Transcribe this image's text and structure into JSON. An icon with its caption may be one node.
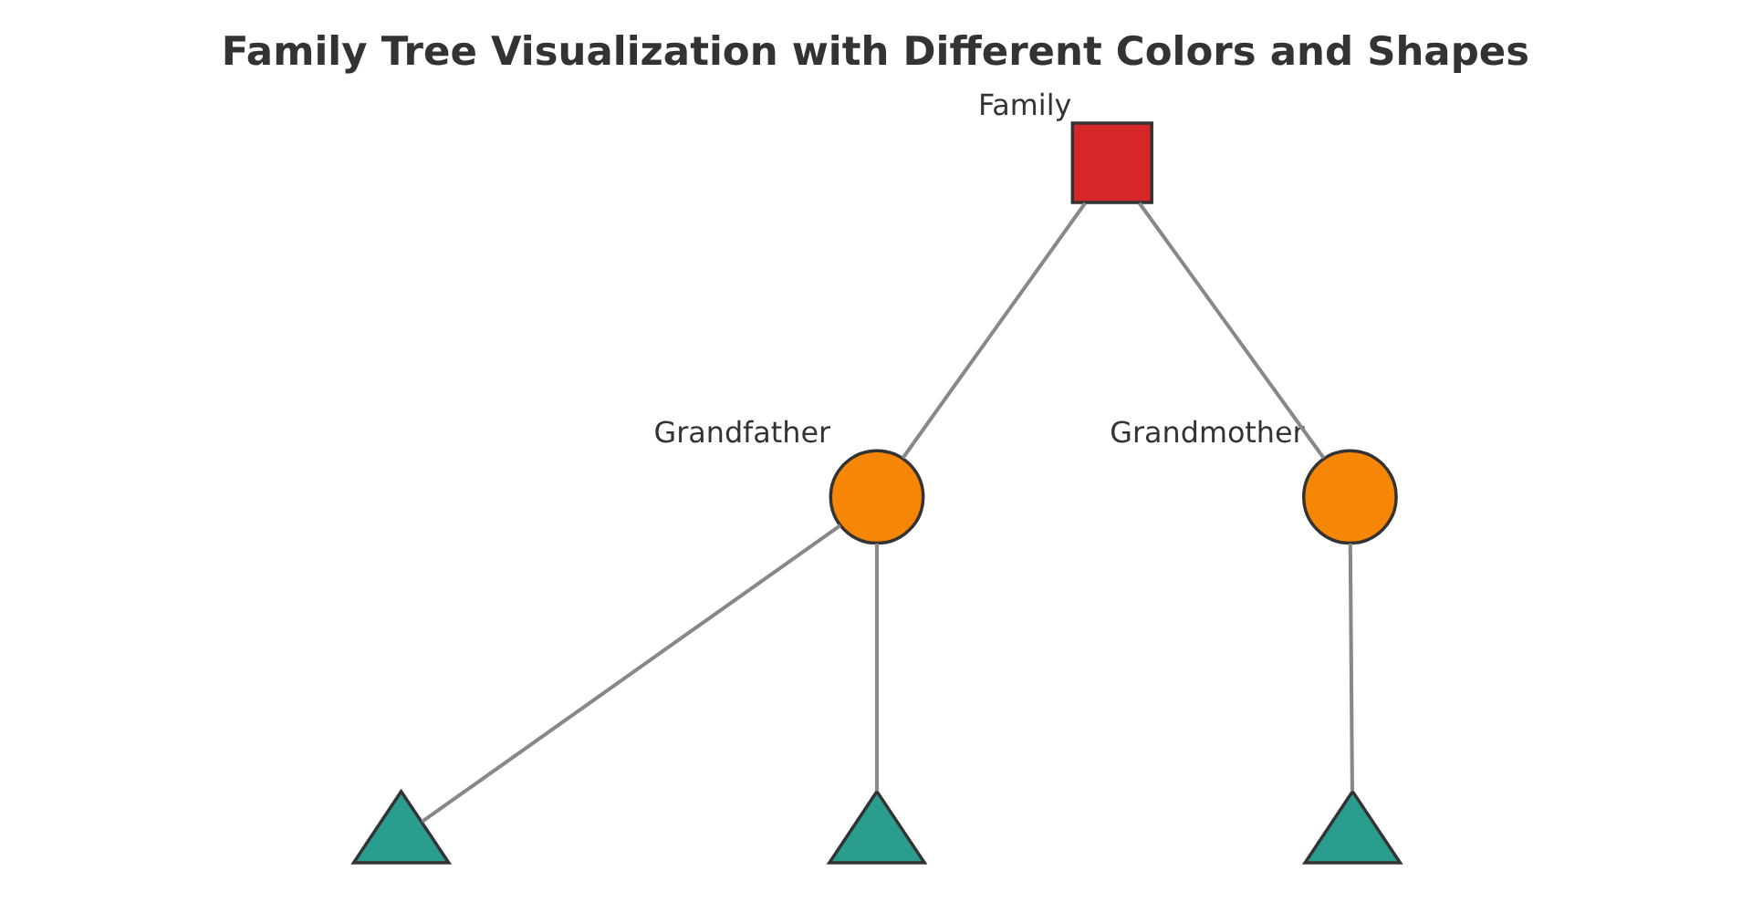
{
  "diagram": {
    "title": "Family Tree Visualization with Different Colors and Shapes",
    "nodes": [
      {
        "text": [
          "Family"
        ]
      },
      {
        "text": [
          "Grandfather"
        ]
      },
      {
        "text": [
          "Grandmother"
        ]
      },
      {
        "text": [],
        "shape": "triangle"
      },
      {
        "text": [],
        "shape": "triangle"
      },
      {
        "text": [],
        "shape": "triangle"
      }
    ],
    "edges": [
      {
        "from": 0,
        "to": 1,
        "arrow": "none"
      },
      {
        "from": 0,
        "to": 2,
        "arrow": "none"
      },
      {
        "from": 1,
        "to": 3,
        "arrow": "none"
      },
      {
        "from": 1,
        "to": 4,
        "arrow": "none"
      },
      {
        "from": 2,
        "to": 5,
        "arrow": "none"
      }
    ]
  }
}
